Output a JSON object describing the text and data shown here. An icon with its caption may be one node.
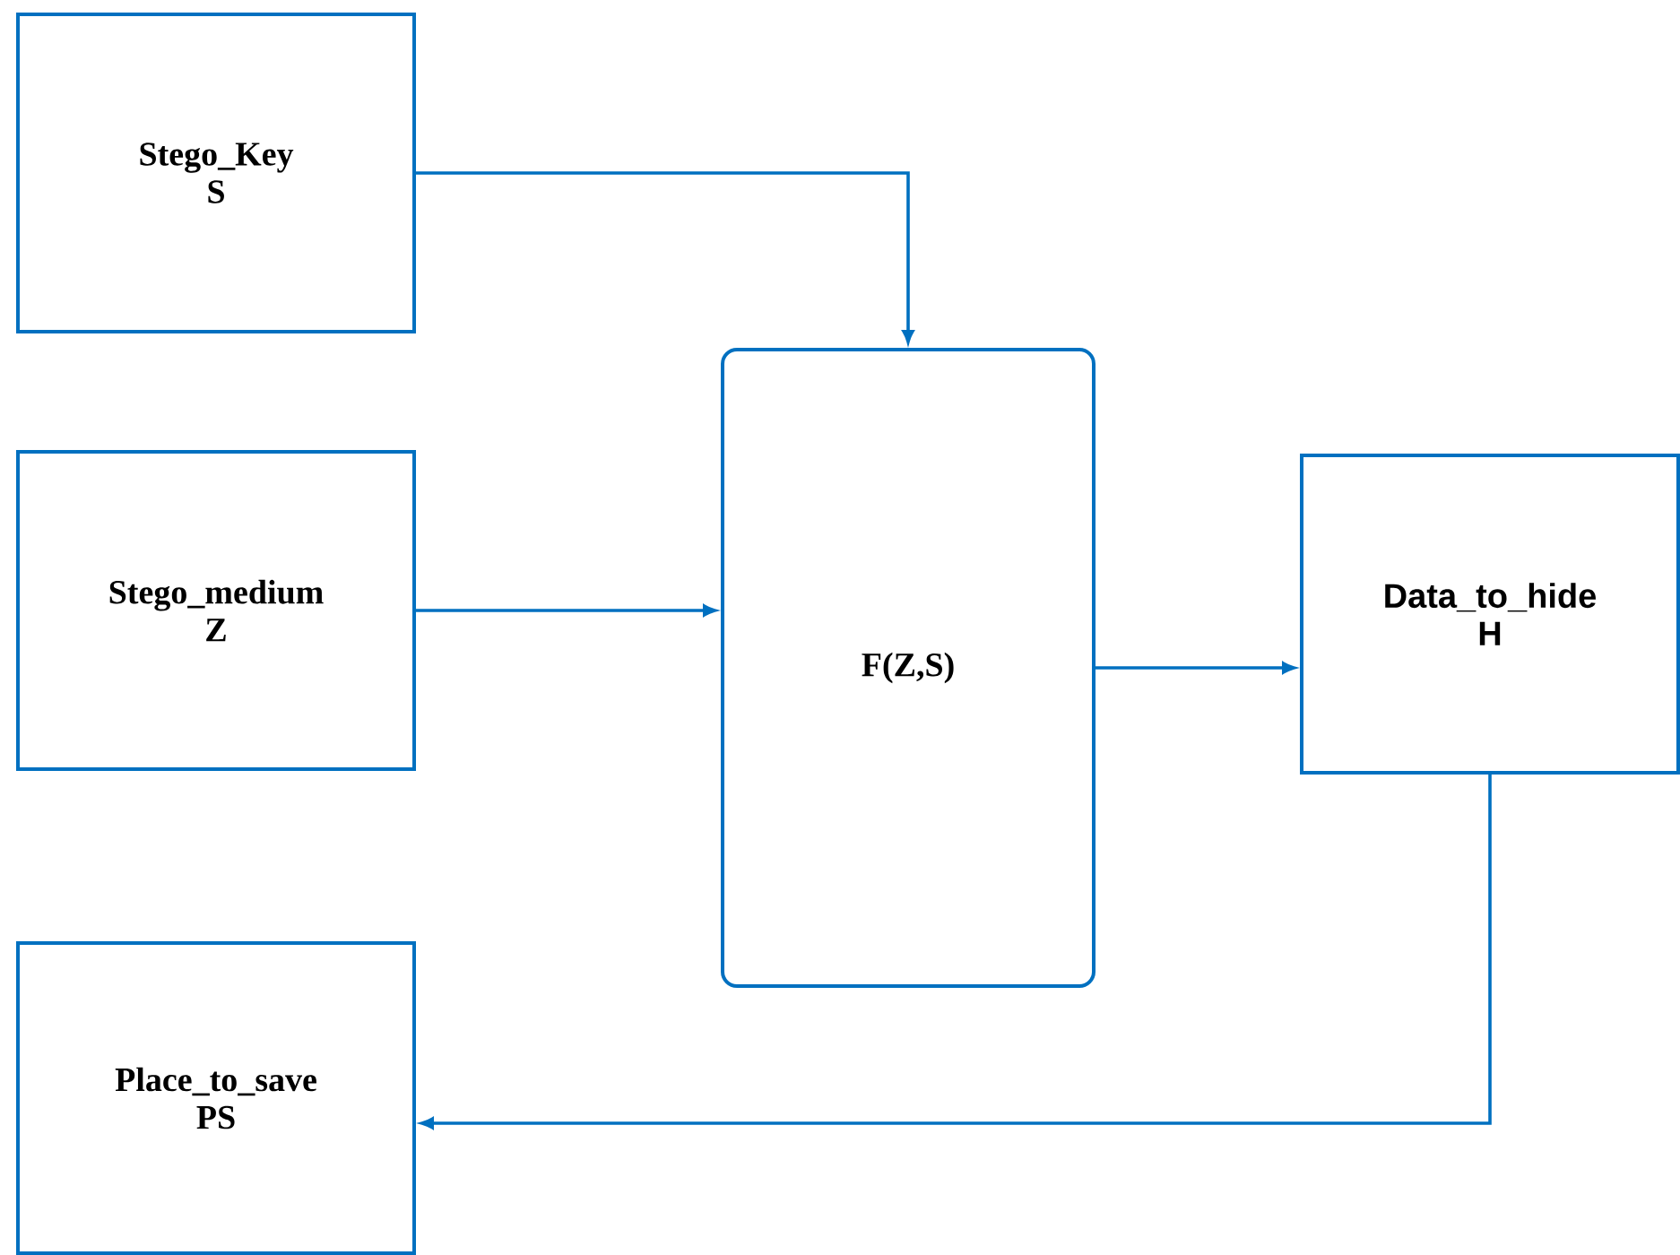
{
  "diagram": {
    "nodes": [
      {
        "text": [
          "Stego_Key",
          "S"
        ]
      },
      {
        "text": [
          "Stego_medium",
          "Z"
        ]
      },
      {
        "text": [
          "F(Z,S)"
        ]
      },
      {
        "text": [
          "Data_to_hide",
          "H"
        ]
      },
      {
        "text": [
          "Place_to_save",
          "PS"
        ]
      }
    ],
    "edges": [
      {
        "from": 0,
        "to": 2,
        "arrow": "to"
      },
      {
        "from": 1,
        "to": 2,
        "arrow": "to"
      },
      {
        "from": 2,
        "to": 3,
        "arrow": "to"
      },
      {
        "from": 3,
        "to": 4,
        "arrow": "to"
      }
    ]
  }
}
